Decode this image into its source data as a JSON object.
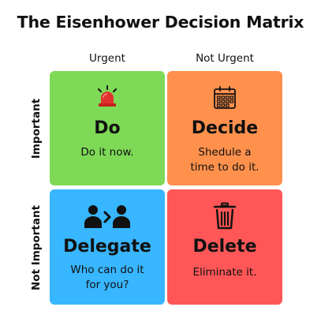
{
  "title": "The Eisenhower Decision Matrix",
  "columns": {
    "urgent": "Urgent",
    "not_urgent": "Not Urgent"
  },
  "rows": {
    "important": "Important",
    "not_important": "Not Important"
  },
  "quadrants": {
    "do": {
      "heading": "Do",
      "desc_line1": "Do it now.",
      "icon": "siren-icon",
      "color": "#7ed957"
    },
    "decide": {
      "heading": "Decide",
      "desc_line1": "Shedule a",
      "desc_line2": "time to do it.",
      "icon": "calendar-icon",
      "color": "#ff914d"
    },
    "delegate": {
      "heading": "Delegate",
      "desc_line1": "Who can do it",
      "desc_line2": "for you?",
      "icon": "delegate-people-icon",
      "color": "#38b6ff"
    },
    "delete": {
      "heading": "Delete",
      "desc_line1": "Eliminate it.",
      "icon": "trash-icon",
      "color": "#ff5757"
    }
  }
}
